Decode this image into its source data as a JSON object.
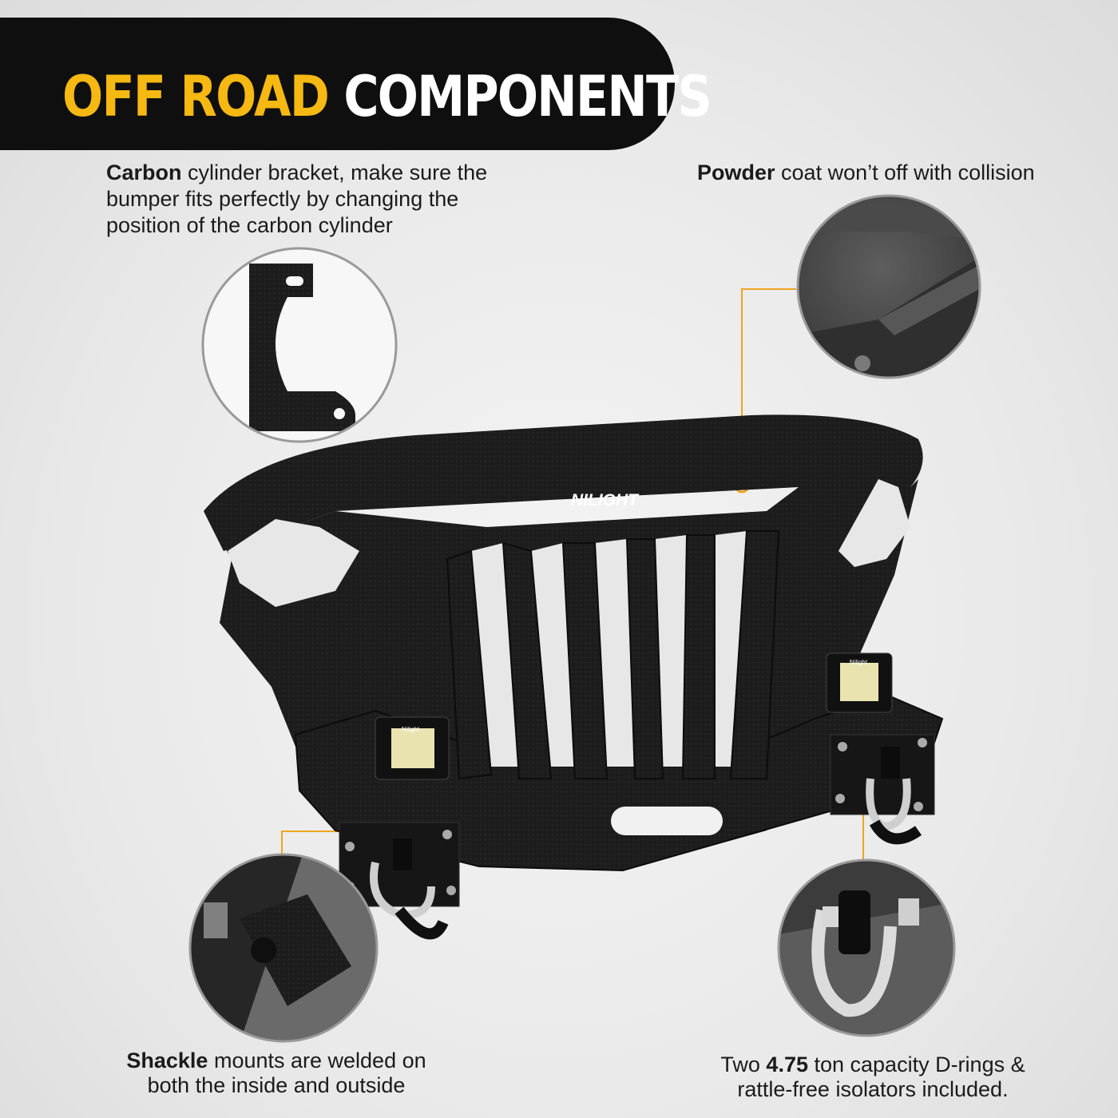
{
  "banner": {
    "title_accent": "OFF ROAD",
    "title_rest": "COMPONENTS"
  },
  "callouts": {
    "carbon": {
      "bold": "Carbon",
      "text": " cylinder bracket, make sure the bumper fits perfectly by changing the position of the carbon cylinder"
    },
    "powder": {
      "bold": "Powder",
      "text": " coat won’t off with collision"
    },
    "shackle": {
      "bold": "Shackle",
      "text": " mounts are welded on both the inside and outside"
    },
    "drings": {
      "prefix": "Two  ",
      "bold": "4.75",
      "text": " ton capacity D-rings & rattle-free isolators included."
    }
  },
  "product": {
    "brand_logo": "NILIGHT",
    "light_label": "Nilight"
  },
  "colors": {
    "accent": "#f6b813",
    "banner_bg": "#0f0f0f",
    "leader_line": "#f0a522",
    "product_black": "#1c1c1c"
  }
}
